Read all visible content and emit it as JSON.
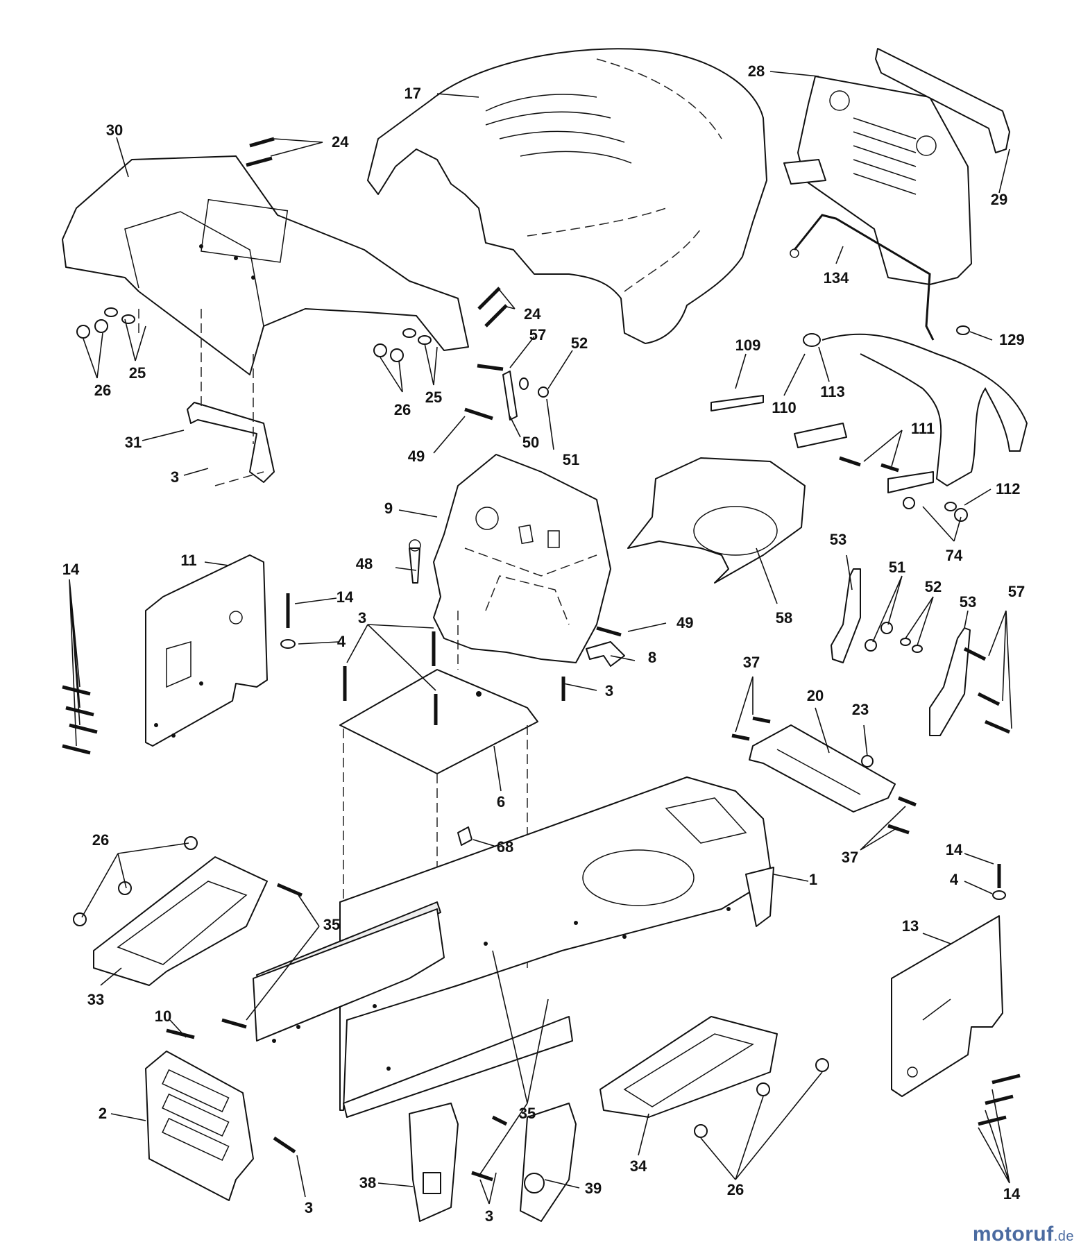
{
  "watermark": {
    "name": "motoruf",
    "tld": ".de"
  },
  "callouts": [
    {
      "id": "c-17",
      "text": "17"
    },
    {
      "id": "c-28",
      "text": "28"
    },
    {
      "id": "c-29",
      "text": "29"
    },
    {
      "id": "c-30",
      "text": "30"
    },
    {
      "id": "c-24a",
      "text": "24"
    },
    {
      "id": "c-24b",
      "text": "24"
    },
    {
      "id": "c-134",
      "text": "134"
    },
    {
      "id": "c-129",
      "text": "129"
    },
    {
      "id": "c-109",
      "text": "109"
    },
    {
      "id": "c-110",
      "text": "110"
    },
    {
      "id": "c-113",
      "text": "113"
    },
    {
      "id": "c-111",
      "text": "111"
    },
    {
      "id": "c-112",
      "text": "112"
    },
    {
      "id": "c-74",
      "text": "74"
    },
    {
      "id": "c-25a",
      "text": "25"
    },
    {
      "id": "c-26a",
      "text": "26"
    },
    {
      "id": "c-25b",
      "text": "25"
    },
    {
      "id": "c-26b",
      "text": "26"
    },
    {
      "id": "c-57a",
      "text": "57"
    },
    {
      "id": "c-52a",
      "text": "52"
    },
    {
      "id": "c-50",
      "text": "50"
    },
    {
      "id": "c-51a",
      "text": "51"
    },
    {
      "id": "c-49a",
      "text": "49"
    },
    {
      "id": "c-31",
      "text": "31"
    },
    {
      "id": "c-3a",
      "text": "3"
    },
    {
      "id": "c-9",
      "text": "9"
    },
    {
      "id": "c-48",
      "text": "48"
    },
    {
      "id": "c-49b",
      "text": "49"
    },
    {
      "id": "c-58",
      "text": "58"
    },
    {
      "id": "c-53a",
      "text": "53"
    },
    {
      "id": "c-51b",
      "text": "51"
    },
    {
      "id": "c-52b",
      "text": "52"
    },
    {
      "id": "c-53b",
      "text": "53"
    },
    {
      "id": "c-57b",
      "text": "57"
    },
    {
      "id": "c-11",
      "text": "11"
    },
    {
      "id": "c-14a",
      "text": "14"
    },
    {
      "id": "c-14b",
      "text": "14"
    },
    {
      "id": "c-4a",
      "text": "4"
    },
    {
      "id": "c-3b",
      "text": "3"
    },
    {
      "id": "c-8",
      "text": "8"
    },
    {
      "id": "c-3c",
      "text": "3"
    },
    {
      "id": "c-6",
      "text": "6"
    },
    {
      "id": "c-68",
      "text": "68"
    },
    {
      "id": "c-37a",
      "text": "37"
    },
    {
      "id": "c-20",
      "text": "20"
    },
    {
      "id": "c-23",
      "text": "23"
    },
    {
      "id": "c-37b",
      "text": "37"
    },
    {
      "id": "c-1",
      "text": "1"
    },
    {
      "id": "c-26c",
      "text": "26"
    },
    {
      "id": "c-35a",
      "text": "35"
    },
    {
      "id": "c-33",
      "text": "33"
    },
    {
      "id": "c-10",
      "text": "10"
    },
    {
      "id": "c-14c",
      "text": "14"
    },
    {
      "id": "c-4b",
      "text": "4"
    },
    {
      "id": "c-13",
      "text": "13"
    },
    {
      "id": "c-2",
      "text": "2"
    },
    {
      "id": "c-3d",
      "text": "3"
    },
    {
      "id": "c-35b",
      "text": "35"
    },
    {
      "id": "c-38",
      "text": "38"
    },
    {
      "id": "c-3e",
      "text": "3"
    },
    {
      "id": "c-39",
      "text": "39"
    },
    {
      "id": "c-34",
      "text": "34"
    },
    {
      "id": "c-26d",
      "text": "26"
    },
    {
      "id": "c-14d",
      "text": "14"
    }
  ]
}
